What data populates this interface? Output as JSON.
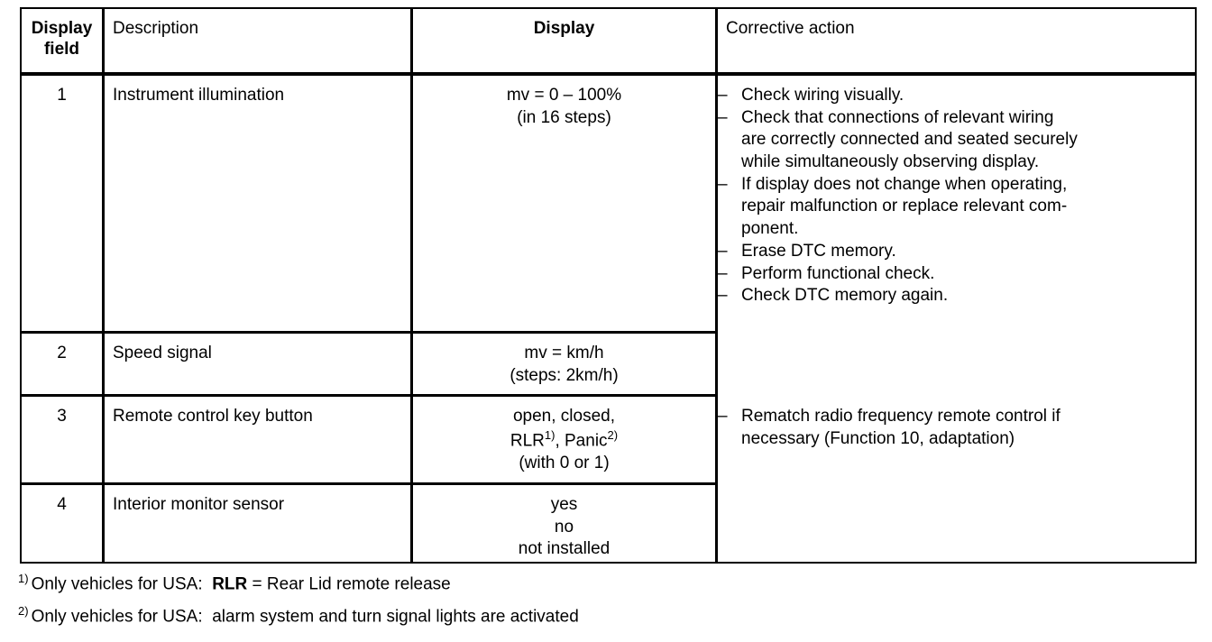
{
  "table": {
    "headers": {
      "field": "Display\nfield",
      "field_line1": "Display",
      "field_line2": "field",
      "description": "Description",
      "display": "Display",
      "corrective_action": "Corrective action"
    },
    "rows": [
      {
        "field": "1",
        "description": "Instrument illumination",
        "display_lines": [
          "mv = 0 – 100%",
          "(in 16 steps)"
        ]
      },
      {
        "field": "2",
        "description": "Speed signal",
        "display_lines": [
          "mv = km/h",
          "(steps: 2km/h)"
        ]
      },
      {
        "field": "3",
        "description": "Remote control key button",
        "display_lines": [
          "open, closed,",
          "RLR1), Panic2)",
          "(with 0 or 1)"
        ],
        "display_line2_parts": {
          "a": "RLR",
          "sup1": "1)",
          "b": ", Panic",
          "sup2": "2)"
        }
      },
      {
        "field": "4",
        "description": "Interior monitor sensor",
        "display_lines": [
          "yes",
          "no",
          "not installed"
        ]
      }
    ],
    "corrective_action_block_1": [
      {
        "dash": "–",
        "lines": [
          "Check wiring visually."
        ]
      },
      {
        "dash": "–",
        "lines": [
          "Check that connections of relevant wiring",
          "are correctly connected and seated securely",
          "while simultaneously observing display."
        ]
      },
      {
        "dash": "–",
        "lines": [
          "If display does not change when operating,",
          "repair malfunction or replace relevant com-",
          "ponent."
        ]
      },
      {
        "dash": "–",
        "lines": [
          "Erase DTC memory."
        ]
      },
      {
        "dash": "–",
        "lines": [
          "Perform functional check."
        ]
      },
      {
        "dash": "–",
        "lines": [
          "Check DTC memory again."
        ]
      }
    ],
    "corrective_action_block_2": [
      {
        "dash": "–",
        "lines": [
          "Rematch radio frequency remote control if",
          "necessary (Function 10, adaptation)"
        ]
      }
    ]
  },
  "footnotes": [
    {
      "mark": "1)",
      "text_before": "Only vehicles for USA:",
      "strong": "RLR",
      "text_after": "= Rear Lid remote release"
    },
    {
      "mark": "2)",
      "text_before": "Only vehicles for USA:",
      "strong": "",
      "text_after": "alarm system and turn signal lights are activated"
    }
  ],
  "colors": {
    "ink": "#000000",
    "paper": "#ffffff"
  }
}
